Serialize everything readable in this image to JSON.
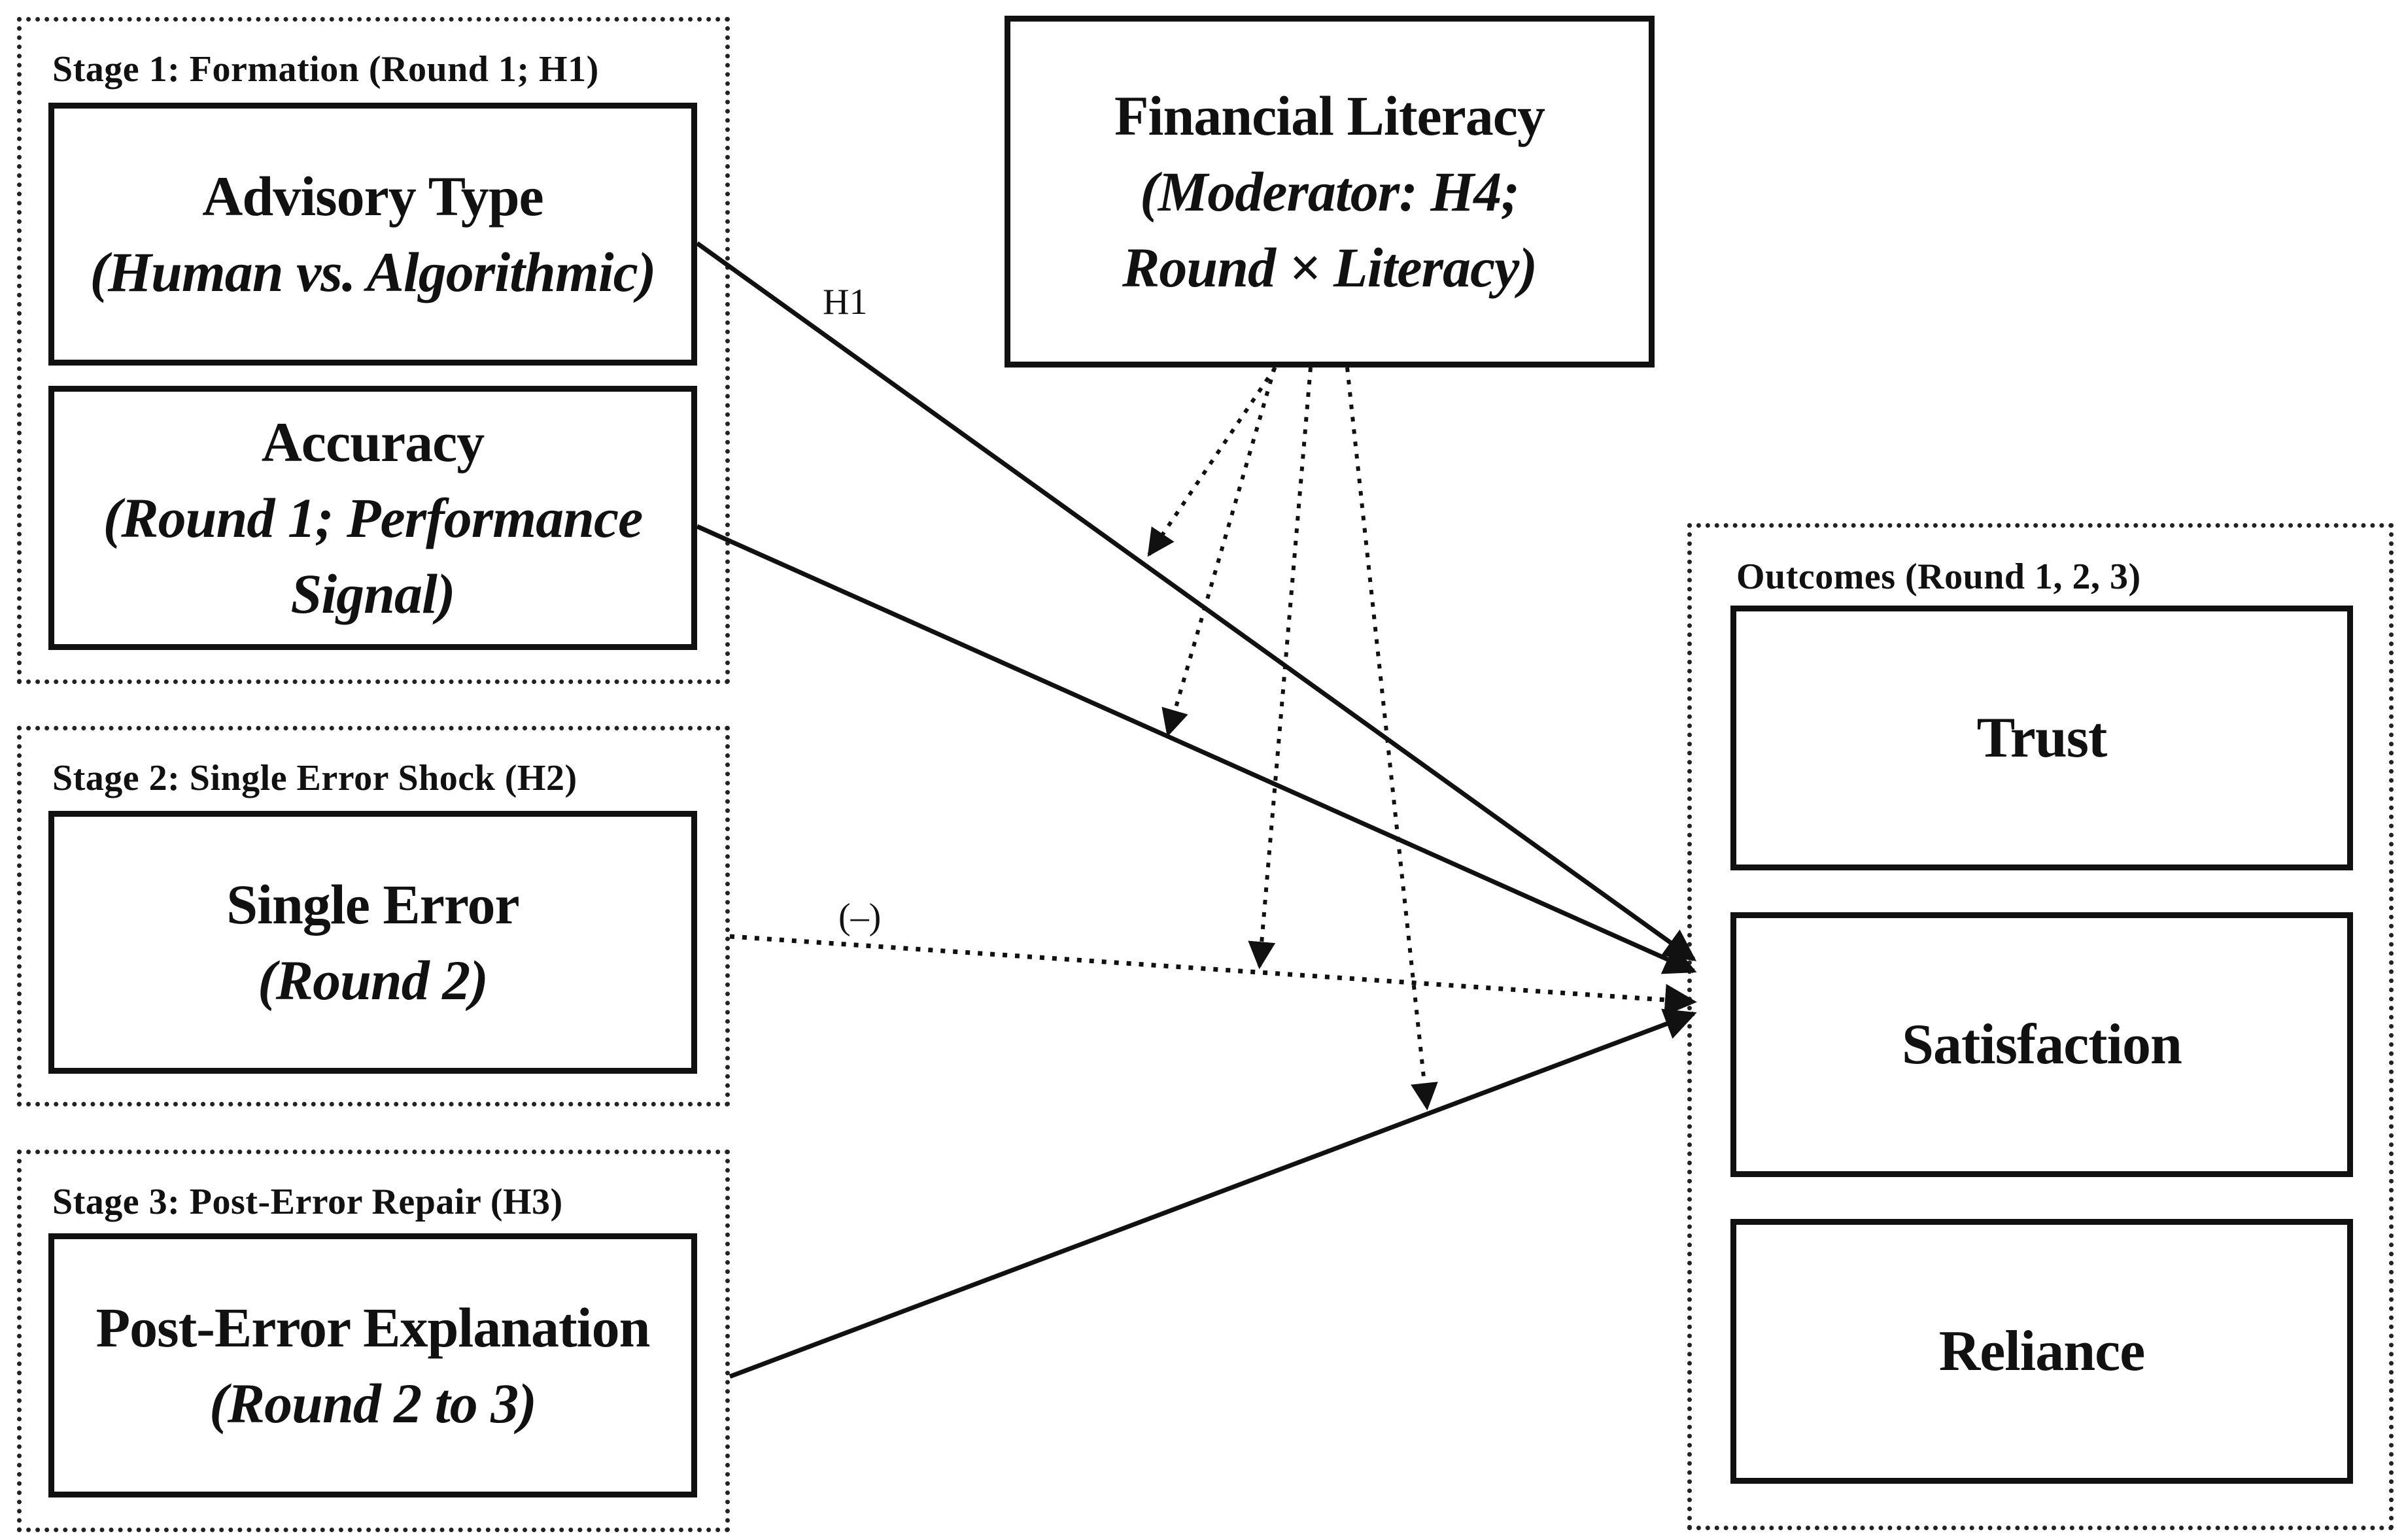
{
  "stage1": {
    "label": "Stage 1: Formation (Round 1; H1)",
    "advisory": {
      "title": "Advisory Type",
      "sub": "(Human vs. Algorithmic)"
    },
    "accuracy": {
      "title": "Accuracy",
      "sub1": "(Round 1; Performance",
      "sub2": "Signal)"
    }
  },
  "stage2": {
    "label": "Stage 2: Single Error Shock (H2)",
    "error": {
      "title": "Single Error",
      "sub": "(Round 2)"
    }
  },
  "stage3": {
    "label": "Stage 3: Post-Error Repair (H3)",
    "explanation": {
      "title": "Post-Error Explanation",
      "sub": "(Round 2 to 3)"
    }
  },
  "moderator": {
    "title": "Financial Literacy",
    "sub1": "(Moderator: H4;",
    "sub2": "Round × Literacy)"
  },
  "outcomes": {
    "label": "Outcomes (Round 1, 2, 3)",
    "trust": "Trust",
    "satisfaction": "Satisfaction",
    "reliance": "Reliance"
  },
  "edges": {
    "h1_label": "H1",
    "neg_label": "(–)"
  }
}
